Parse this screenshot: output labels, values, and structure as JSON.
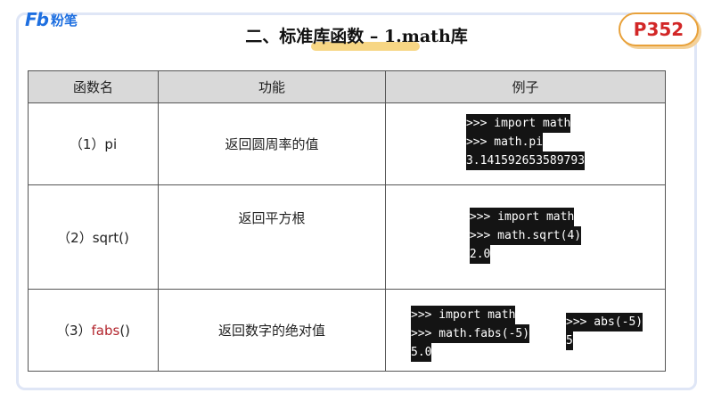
{
  "logo": {
    "mark": "Fb",
    "text": "粉笔"
  },
  "title": "二、标准库函数 – 1.math库",
  "page_badge": "P352",
  "table": {
    "headers": [
      "函数名",
      "功能",
      "例子"
    ],
    "rows": [
      {
        "name_prefix": "（1）",
        "name_func": "pi",
        "desc": "返回圆周率的值",
        "example": [
          ">>> import math",
          ">>> math.pi",
          "3.141592653589793"
        ]
      },
      {
        "name_prefix": "（2）",
        "name_func": "sqrt()",
        "desc": "返回平方根",
        "example": [
          ">>> import math",
          ">>> math.sqrt(4)",
          "2.0"
        ]
      },
      {
        "name_prefix": "（3）",
        "name_func": "fabs",
        "name_suffix": "()",
        "desc": "返回数字的绝对值",
        "example": [
          ">>> import math",
          ">>> math.fabs(-5)",
          "5.0"
        ],
        "example2": [
          ">>> abs(-5)",
          "5"
        ]
      }
    ]
  },
  "colors": {
    "accent_blue": "#1e6fe0",
    "badge_red": "#d22727",
    "highlight": "#f6cf6e",
    "code_bg": "#141414"
  }
}
